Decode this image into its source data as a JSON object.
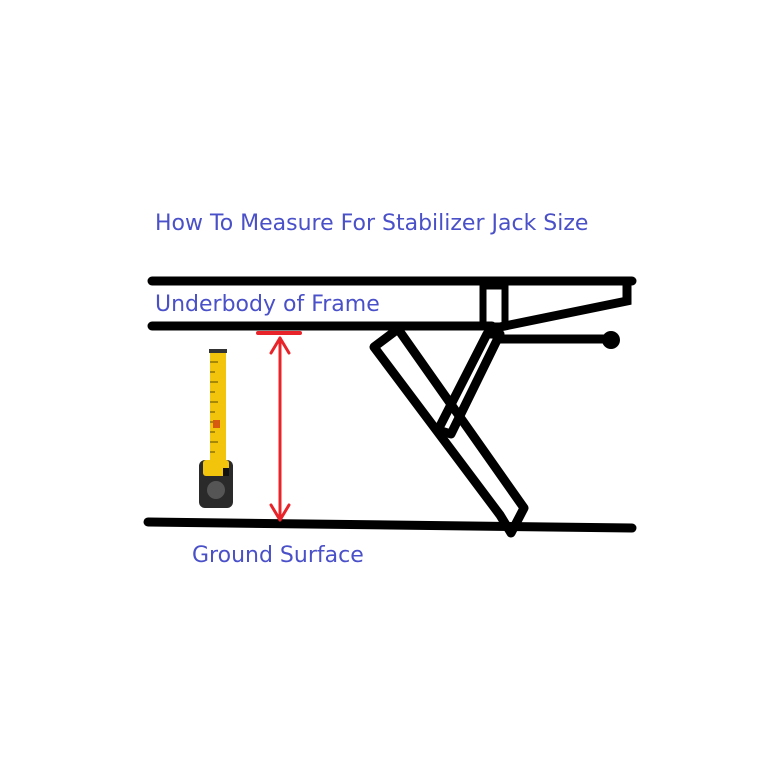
{
  "diagram": {
    "title": "How To Measure For Stabilizer Jack Size",
    "frame_label": "Underbody of Frame",
    "ground_label": "Ground Surface"
  },
  "colors": {
    "label": "#4a50c8",
    "outline": "#000000",
    "measurement_arrow": "#e8242a",
    "tape_yellow": "#f2c40c",
    "tape_case": "#2a2a2a"
  },
  "icons": {
    "tape_measure": "tape-measure-icon",
    "measurement_arrow": "double-headed-arrow-icon"
  }
}
